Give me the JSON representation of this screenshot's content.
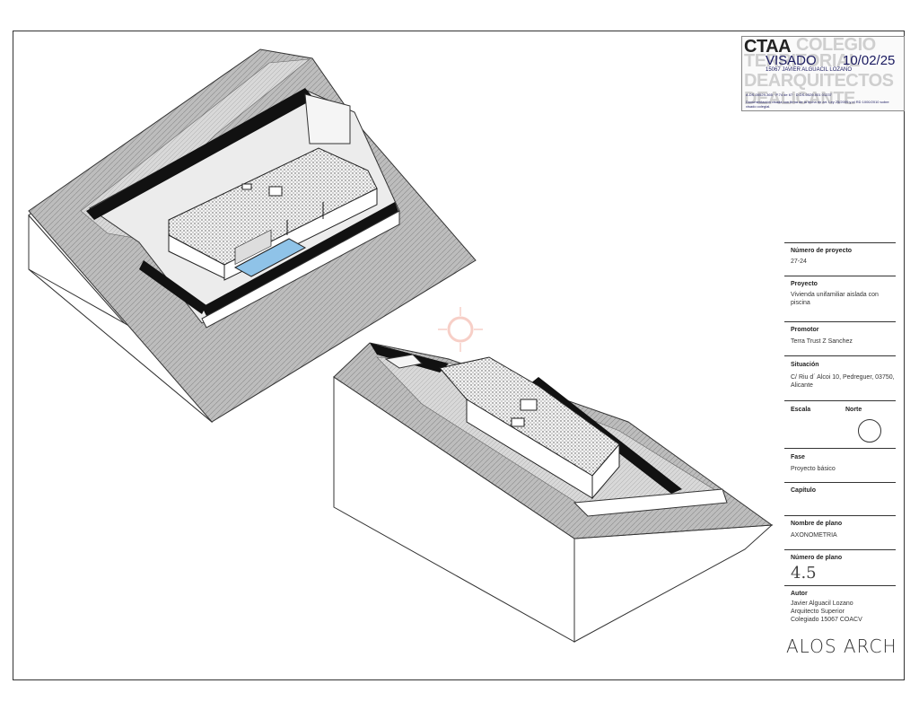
{
  "stamp": {
    "ctaa": "CTAA",
    "bg_line1": "COLEGIO",
    "bg_line2": "TERRITORIAL",
    "bg_line3": "DEARQUITECTOS",
    "bg_line4": "DEALICANTE",
    "visado": "VISADO",
    "date": "10/02/25",
    "colegiado": "15067 JAVIER ALGUACIL LOZANO",
    "fine_line1": "A.DS-00529-365 · P.74 de 67 · D.DS-0529-001 01237",
    "fine_line2": "Documentación visada con firma de la fecha en art. Ley 25/2009 y el RD 1000/2010 sobre visado colegial."
  },
  "title_block": {
    "proyecto_num_label": "Número de proyecto",
    "proyecto_num": "27-24",
    "proyecto_label": "Proyecto",
    "proyecto": "Vivienda unifamiliar aislada con piscina",
    "promotor_label": "Promotor",
    "promotor": "Terra Trust Z Sanchez",
    "situacion_label": "Situación",
    "situacion": "C/ Riu d´ Alcoi 10, Pedreguer, 03750, Alicante",
    "escala_label": "Escala",
    "norte_label": "Norte",
    "fase_label": "Fase",
    "fase": "Proyecto básico",
    "capitulo_label": "Capítulo",
    "capitulo": "",
    "nombre_label": "Nombre de plano",
    "nombre": "AXONOMETRIA",
    "numero_label": "Número de plano",
    "numero": "4.5",
    "autor_label": "Autor",
    "autor_line1": "Javier Alguacil Lozano",
    "autor_line2": "Arquitecto Superior",
    "autor_line3": "Colegiado 15067 COACV",
    "logo": "ALOS ARCH"
  }
}
